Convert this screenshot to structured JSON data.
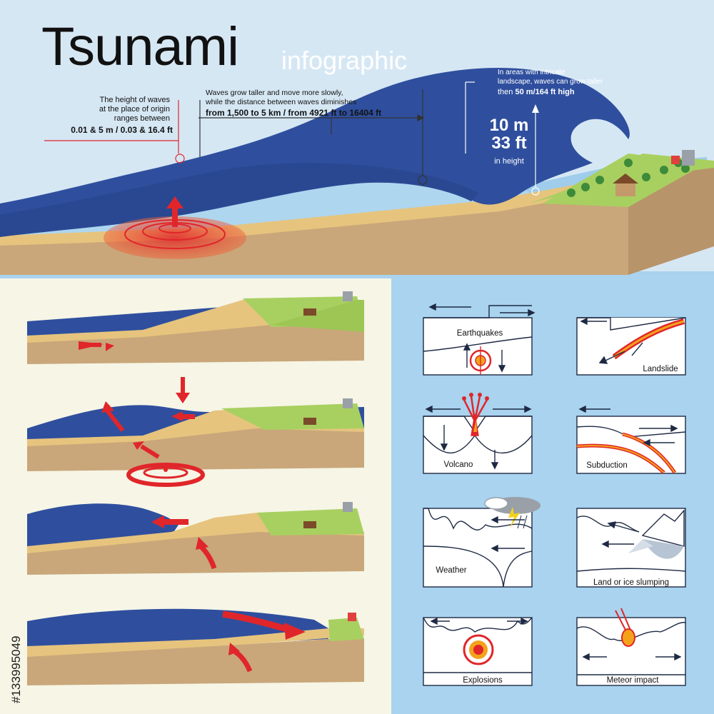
{
  "header": {
    "title": "Tsunami",
    "subtitle": "infographic"
  },
  "top_annotations": {
    "origin_height": {
      "line1": "The height of waves",
      "line2": "at the place of origin",
      "line3": "ranges between",
      "value": "0.01 & 5 m / 0.03 & 16.4 ft"
    },
    "distance": {
      "line1": "Waves grow taller and move more slowly,",
      "line2": "while the distance between waves diminishes",
      "value": "from 1,500 to 5 km /  from 4921 ft to 16404 ft"
    },
    "intricate": {
      "line1": "In areas with intricate",
      "line2": "landscape, waves can grow taller",
      "prefix": "then ",
      "value": "50 m/164 ft high"
    },
    "wave_height": {
      "meters": "10 m",
      "feet": "33 ft",
      "caption": "in height"
    }
  },
  "causes": [
    {
      "label": "Earthquakes"
    },
    {
      "label": "Landslide"
    },
    {
      "label": "Volcano"
    },
    {
      "label": "Subduction"
    },
    {
      "label": "Weather"
    },
    {
      "label": "Land or ice slumping"
    },
    {
      "label": "Explosions"
    },
    {
      "label": "Meteor impact"
    }
  ],
  "image_id": "#133995049",
  "colors": {
    "sky": "#d6e7f4",
    "ocean_dark": "#2f4f9e",
    "ocean_light": "#9fcdeb",
    "sand": "#d9b889",
    "earth": "#c9a77a",
    "grass": "#a8d060",
    "red": "#e0262a",
    "panel_left": "#f6f5e6",
    "panel_right": "#a9d3ee"
  }
}
